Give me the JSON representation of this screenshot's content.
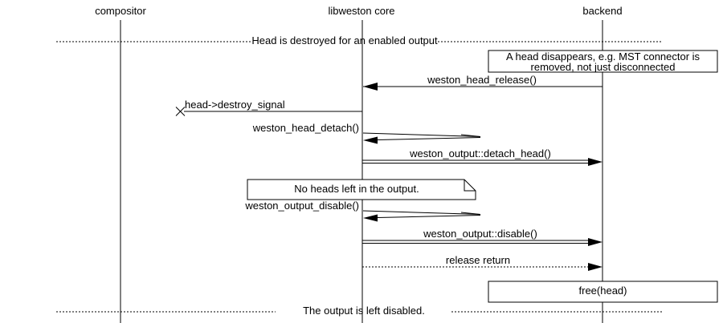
{
  "diagram": {
    "type": "uml-sequence",
    "background_color": "#ffffff",
    "line_color": "#000000",
    "lifelines": [
      {
        "label": "compositor"
      },
      {
        "label": "libweston core"
      },
      {
        "label": "backend"
      }
    ],
    "dividers": [
      {
        "label": "Head is destroyed for an enabled output"
      },
      {
        "label": "The output is left disabled."
      }
    ],
    "notes": [
      {
        "line1": "A head disappears, e.g. MST connector is",
        "line2": "removed, not just disconnected"
      },
      {
        "label": "No heads left in the output."
      }
    ],
    "action_box": {
      "label": "free(head)"
    },
    "messages": [
      {
        "label": "weston_head_release()",
        "from": "backend",
        "to": "libweston core",
        "kind": "call-solid"
      },
      {
        "label": "head->destroy_signal",
        "from": "libweston core",
        "to": "lost",
        "kind": "signal-lost"
      },
      {
        "label": "weston_head_detach()",
        "from": "libweston core",
        "to": "libweston core",
        "kind": "self-call"
      },
      {
        "label": "weston_output::detach_head()",
        "from": "libweston core",
        "to": "backend",
        "kind": "call-double"
      },
      {
        "label": "weston_output_disable()",
        "from": "libweston core",
        "to": "libweston core",
        "kind": "self-call"
      },
      {
        "label": "weston_output::disable()",
        "from": "libweston core",
        "to": "backend",
        "kind": "call-double"
      },
      {
        "label": "release return",
        "from": "libweston core",
        "to": "backend",
        "kind": "return-dotted"
      }
    ]
  }
}
